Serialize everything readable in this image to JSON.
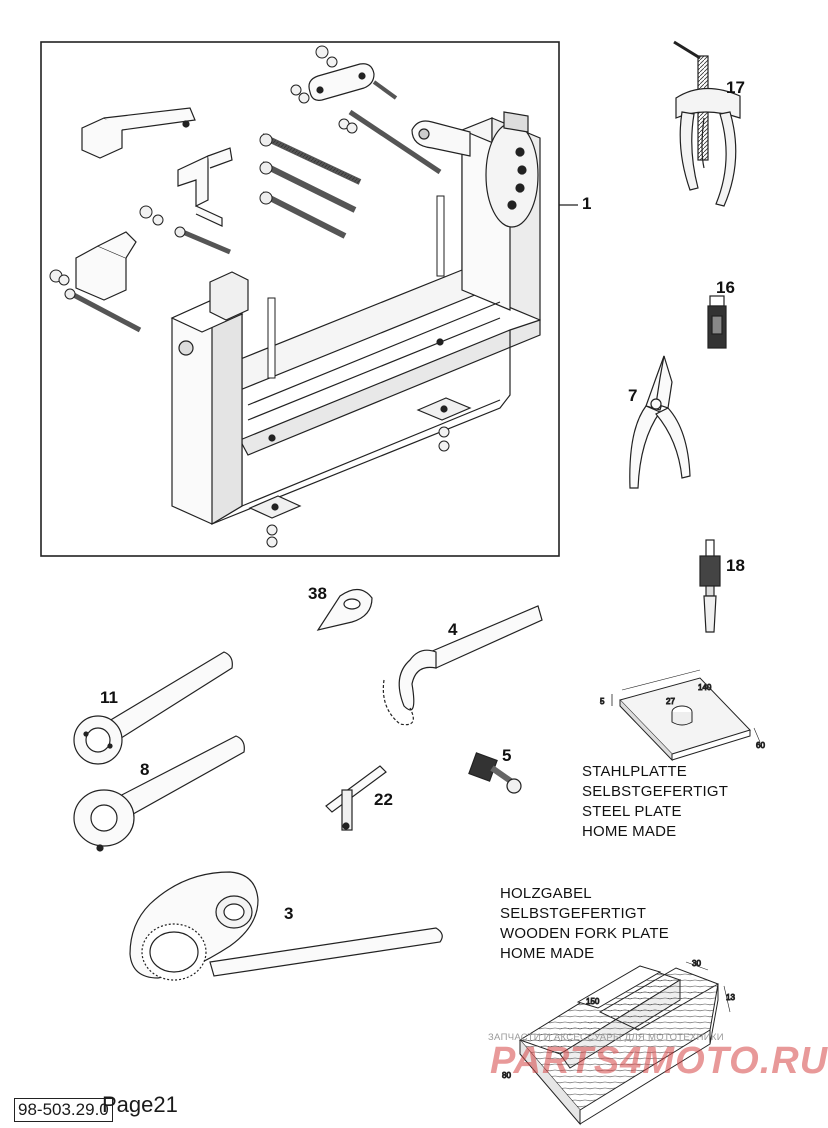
{
  "refs": {
    "r1": "1",
    "r17": "17",
    "r16": "16",
    "r7": "7",
    "r18": "18",
    "r38": "38",
    "r4": "4",
    "r11": "11",
    "r8": "8",
    "r5": "5",
    "r22": "22",
    "r3": "3"
  },
  "steel_plate": {
    "lines": [
      "STAHLPLATTE",
      "SELBSTGEFERTIGT",
      "STEEL PLATE",
      "HOME MADE"
    ],
    "dims": {
      "length": "140",
      "hole": "27",
      "thickness": "5",
      "width": "60"
    }
  },
  "wooden_fork": {
    "lines": [
      "HOLZGABEL",
      "SELBSTGEFERTIGT",
      "WOODEN FORK PLATE",
      "HOME MADE"
    ],
    "dims": {
      "length": "150",
      "slot": "30",
      "height": "13",
      "width": "80"
    }
  },
  "footer": {
    "code": "98-503.29.0",
    "page": "Page21"
  },
  "watermark": {
    "tagline": "ЗАПЧАСТИ И АКСЕССУАРЫ ДЛЯ МОТОТЕХНИКИ",
    "logo": "PARTS4MOTO.RU"
  }
}
